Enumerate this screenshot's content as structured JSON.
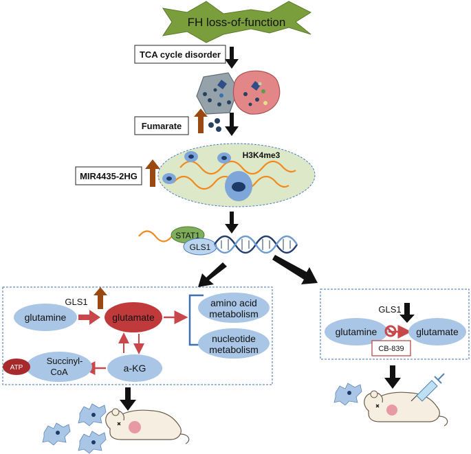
{
  "banner": {
    "text": "FH loss-of-function"
  },
  "steps": {
    "tca": "TCA cycle disorder",
    "fumarate": "Fumarate",
    "mir": "MIR4435-2HG",
    "h3k4": "H3K4me3"
  },
  "transcription": {
    "stat1": "STAT1",
    "gls1": "GLS1"
  },
  "left_panel": {
    "gls1": "GLS1",
    "glutamine": "glutamine",
    "glutamate": "glutamate",
    "amino": [
      "amino acid",
      "metabolism"
    ],
    "nucleotide": [
      "nucleotide",
      "metabolism"
    ],
    "akg": "a-KG",
    "succinyl": [
      "Succinyl-",
      "CoA"
    ],
    "atp": "ATP"
  },
  "right_panel": {
    "gls1": "GLS1",
    "glutamine": "glutamine",
    "glutamate": "glutamate",
    "drug": "CB-839"
  },
  "colors": {
    "banner_green": "#7a9e3b",
    "ellipse_blue": "#a9c6e6",
    "glutamate_red": "#c0393b",
    "arrow_red": "#c8474a",
    "up_arrow_brown": "#9a4a10",
    "nucleus_green": "#dde8c9",
    "dashed_blue": "#3f6fb0"
  }
}
